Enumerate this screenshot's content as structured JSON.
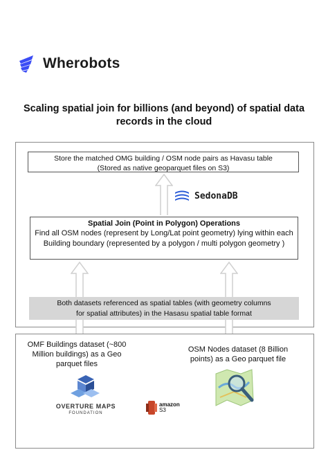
{
  "logo": {
    "text": "Wherobots",
    "icon": "wherobots-logo-icon",
    "color": "#3b4cf5"
  },
  "title": "Scaling spatial join for billions (and beyond) of spatial data records in the cloud",
  "store_box": {
    "line1": "Store the matched OMG building / OSM node pairs as Havasu table",
    "line2": "(Stored as native geoparquet files on S3)"
  },
  "engine": {
    "name": "SedonaDB",
    "icon": "sedonadb-logo-icon",
    "color": "#2a5bd7"
  },
  "join_box": {
    "heading": "Spatial Join (Point in Polygon) Operations",
    "body": "Find all OSM nodes (represent by Long/Lat point geometry) lying within each Building boundary (represented by a polygon / multi polygon geometry )"
  },
  "band": {
    "line1": "Both datasets referenced as spatial tables (with geometry columns",
    "line2": "for spatial attributes) in the Hasasu spatial table format"
  },
  "datasets": {
    "left": "OMF Buildings dataset (~800 Million buildings) as a Geo parquet files",
    "right": "OSM Nodes dataset (8 Billion points) as a Geo parquet file"
  },
  "overture": {
    "name": "OVERTURE MAPS",
    "sub": "FOUNDATION",
    "icon": "overture-maps-logo-icon"
  },
  "amazon": {
    "line1": "amazon",
    "line2": "S3",
    "icon": "amazon-s3-logo-icon",
    "color": "#c7462a"
  },
  "osm": {
    "icon": "openstreetmap-logo-icon"
  }
}
